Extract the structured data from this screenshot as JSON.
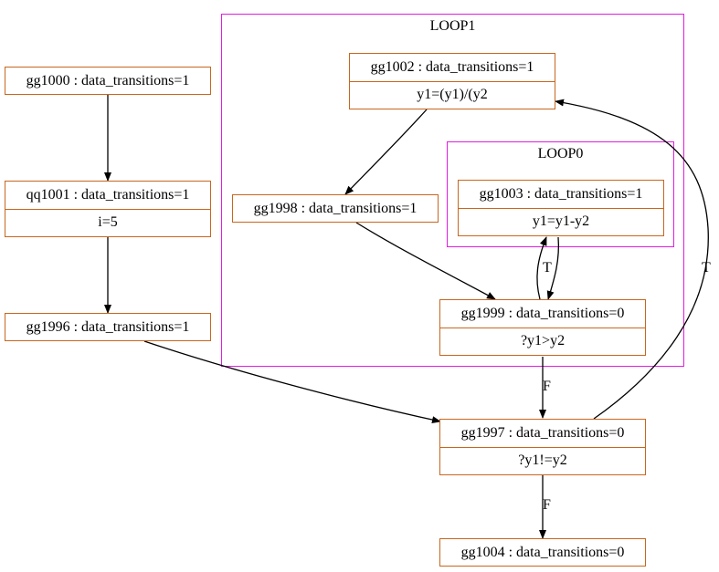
{
  "clusters": {
    "loop1": "LOOP1",
    "loop0": "LOOP0"
  },
  "nodes": {
    "gg1000": {
      "title": "gg1000 : data_transitions=1"
    },
    "qq1001": {
      "title": "qq1001 : data_transitions=1",
      "body": "i=5"
    },
    "gg1996": {
      "title": "gg1996 : data_transitions=1"
    },
    "gg1002": {
      "title": "gg1002 : data_transitions=1",
      "body": "y1=(y1)/(y2"
    },
    "gg1998": {
      "title": "gg1998 : data_transitions=1"
    },
    "gg1003": {
      "title": "gg1003 : data_transitions=1",
      "body": "y1=y1-y2"
    },
    "gg1999": {
      "title": "gg1999 : data_transitions=0",
      "body": "?y1>y2"
    },
    "gg1997": {
      "title": "gg1997 : data_transitions=0",
      "body": "?y1!=y2"
    },
    "gg1004": {
      "title": "gg1004 : data_transitions=0"
    }
  },
  "edges": {
    "gg1999_to_gg1003": "T",
    "gg1999_to_gg1997": "F",
    "gg1997_to_gg1004": "F",
    "gg1997_to_gg1002": "T"
  },
  "colors": {
    "node_border": "#c8661e",
    "cluster_border": "#e01ee0",
    "edge": "#000000"
  }
}
